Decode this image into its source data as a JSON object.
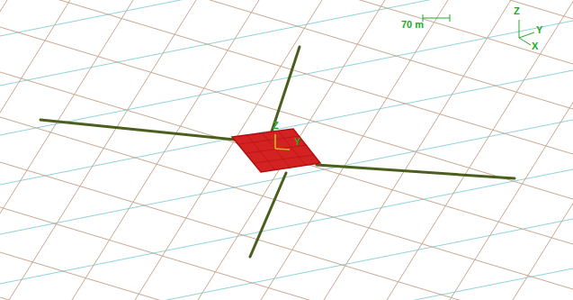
{
  "diagram": {
    "labels": [
      "70 m",
      "Z",
      "Y",
      "X",
      "Z",
      "Y"
    ]
  }
}
